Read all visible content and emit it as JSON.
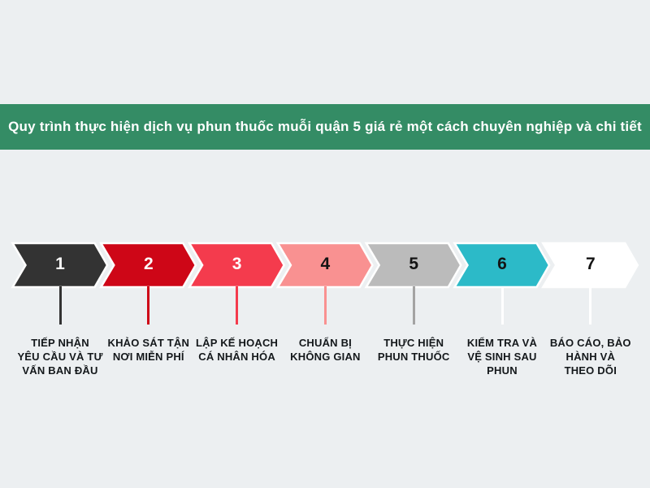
{
  "background_color": "#eceff1",
  "banner": {
    "text": "Quy trình thực hiện dịch vụ phun thuốc muỗi quận 5 giá rẻ một cách chuyên nghiệp và chi tiết",
    "background_color": "#348c65",
    "text_color": "#ffffff"
  },
  "process": {
    "separator_color": "#ffffff",
    "steps": [
      {
        "number": "1",
        "arrow_color": "#333333",
        "number_color": "#ffffff",
        "connector_color": "#333333",
        "label": "TIẾP NHẬN YÊU CẦU VÀ TƯ VẤN BAN ĐẦU",
        "label_lines": [
          "TIẾP NHẬN",
          "YÊU CẦU VÀ TƯ",
          "VẤN BAN ĐẦU"
        ]
      },
      {
        "number": "2",
        "arrow_color": "#ce0617",
        "number_color": "#ffffff",
        "connector_color": "#ce0617",
        "label": "KHẢO SÁT TẬN NƠI MIỄN PHÍ",
        "label_lines": [
          "KHẢO SÁT TẬN",
          "NƠI MIỄN PHÍ"
        ]
      },
      {
        "number": "3",
        "arrow_color": "#f43b4d",
        "number_color": "#ffffff",
        "connector_color": "#f43b4d",
        "label": "LẬP KẾ HOẠCH CÁ NHÂN HÓA",
        "label_lines": [
          "LẬP KẾ HOẠCH",
          "CÁ NHÂN HÓA"
        ]
      },
      {
        "number": "4",
        "arrow_color": "#f99191",
        "number_color": "#141414",
        "connector_color": "#f99191",
        "label": "CHUẨN BỊ KHÔNG GIAN",
        "label_lines": [
          "CHUẨN BỊ",
          "KHÔNG GIAN"
        ]
      },
      {
        "number": "5",
        "arrow_color": "#bbbbbb",
        "number_color": "#141414",
        "connector_color": "#a3a3a3",
        "label": "THỰC HIỆN PHUN THUỐC",
        "label_lines": [
          "THỰC HIỆN",
          "PHUN THUỐC"
        ]
      },
      {
        "number": "6",
        "arrow_color": "#2cbac8",
        "number_color": "#141414",
        "connector_color": "#ffffff",
        "label": "KIỂM TRA VÀ VỆ SINH SAU PHUN",
        "label_lines": [
          "KIỂM TRA VÀ",
          "VỆ SINH SAU",
          "PHUN"
        ]
      },
      {
        "number": "7",
        "arrow_color": "#ffffff",
        "number_color": "#141414",
        "connector_color": "#ffffff",
        "label": "BÁO CÁO, BẢO HÀNH VÀ THEO DÕI",
        "label_lines": [
          "BÁO CÁO, BẢO",
          "HÀNH VÀ",
          "THEO DÕI"
        ]
      }
    ]
  }
}
